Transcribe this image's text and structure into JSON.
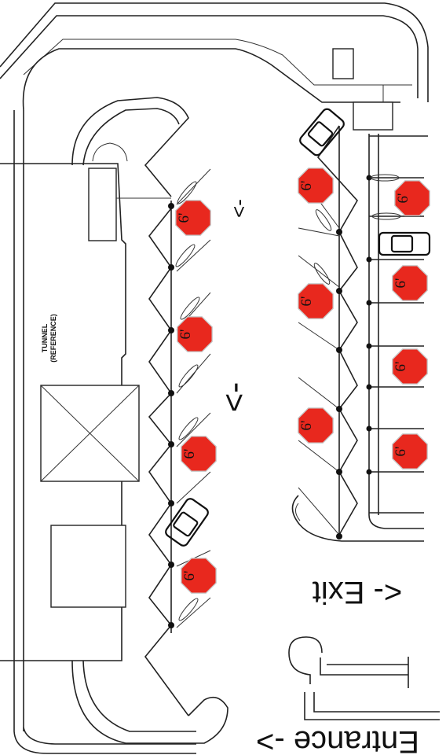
{
  "labels": {
    "tunnel_line1": "TUNNEL",
    "tunnel_line2": "(REFERENCE)",
    "exit": "<- Exit",
    "entrance": "Entrance ->",
    "arrow_upper": "<-",
    "arrow_lower": "<-"
  },
  "signs": [
    {
      "id": "left-1",
      "text": "6'"
    },
    {
      "id": "left-2",
      "text": "6'"
    },
    {
      "id": "left-3",
      "text": "6'"
    },
    {
      "id": "left-4",
      "text": "6'"
    },
    {
      "id": "mid-1",
      "text": "6'"
    },
    {
      "id": "mid-2",
      "text": "6'"
    },
    {
      "id": "mid-3",
      "text": "6'"
    },
    {
      "id": "right-1",
      "text": "6'"
    },
    {
      "id": "right-2",
      "text": "6'"
    },
    {
      "id": "right-3",
      "text": "6'"
    },
    {
      "id": "right-4",
      "text": "6'"
    }
  ],
  "colors": {
    "sign_fill": "#e8281e",
    "line": "#222222",
    "background": "#ffffff"
  }
}
